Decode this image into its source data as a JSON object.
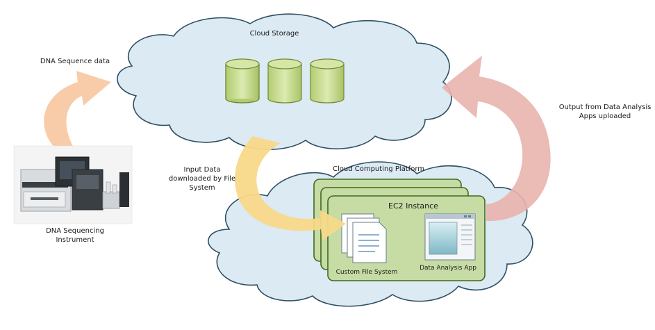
{
  "labels": {
    "cloud_storage": "Cloud Storage",
    "dna_sequence_data": "DNA Sequence data",
    "input_data": "Input Data downloaded by File System",
    "output_data": "Output from Data Analysis Apps uploaded",
    "cloud_computing_platform": "Cloud Computing Platform",
    "ec2_instance": "EC2 Instance",
    "custom_file_system": "Custom File System",
    "data_analysis_app": "Data Analysis App",
    "dna_sequencing_instrument": "DNA Sequencing Instrument"
  },
  "colors": {
    "cloud_fill": "#dbeaf3",
    "cloud_stroke": "#2f4f62",
    "cylinder_fill": "#c5d98e",
    "cylinder_stroke": "#6e8a35",
    "instance_fill": "#c6dca4",
    "instance_stroke": "#3f6a1e",
    "arrow_peach": "#f8c9a3",
    "arrow_yellow": "#f9d98a",
    "arrow_pink": "#e9b4ad"
  },
  "icons": [
    "database-cylinder-icon",
    "document-stack-icon",
    "app-window-icon",
    "sequencing-instrument-icon"
  ]
}
